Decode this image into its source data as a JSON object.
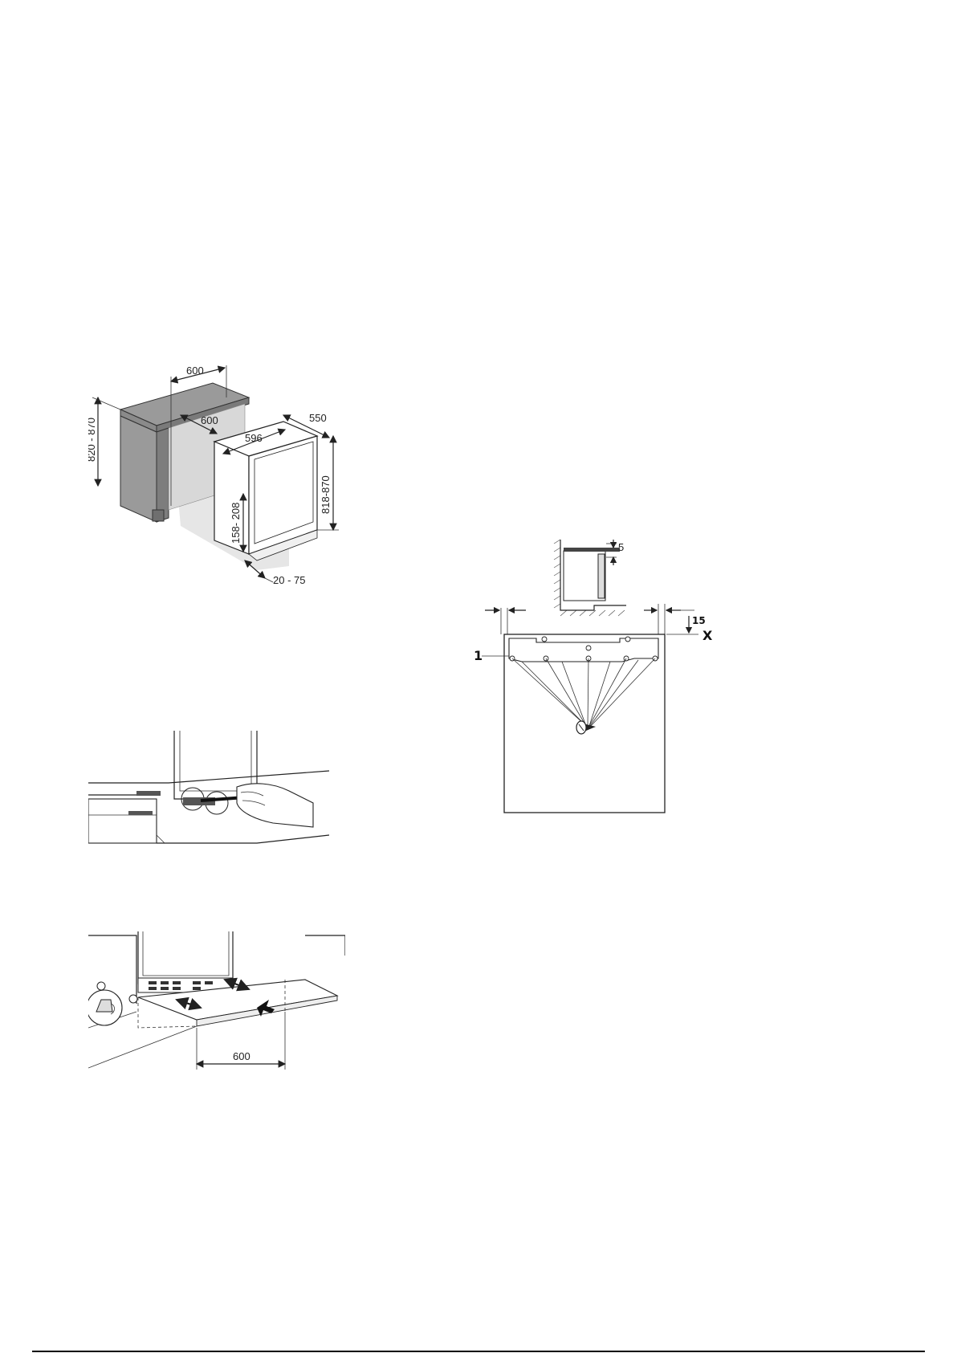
{
  "installation": {
    "dimensions": {
      "counter_width": "600",
      "niche_depth": "600",
      "appliance_depth": "550",
      "appliance_width": "596",
      "niche_height": "820 - 870",
      "appliance_height": "818-870",
      "plinth_height": "158- 208",
      "plinth_offset": "20 - 75"
    },
    "plinth_width": "600",
    "mounting": {
      "top_gap": "5",
      "edge_offset": "15",
      "reference_mark": "X",
      "bracket_label": "1"
    }
  }
}
